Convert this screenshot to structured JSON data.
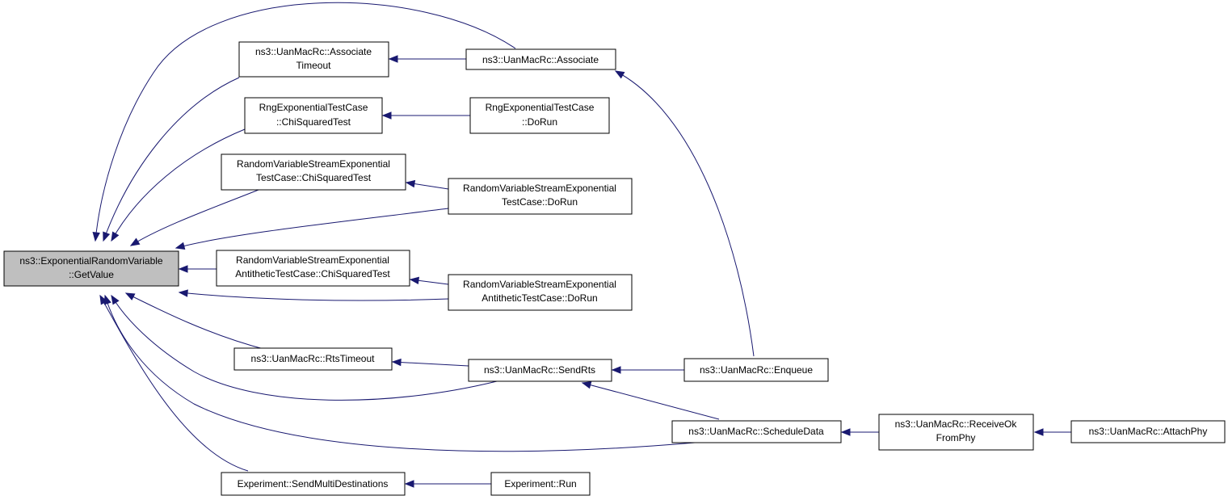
{
  "graph": {
    "nodes": [
      {
        "id": "root",
        "lines": [
          "ns3::ExponentialRandomVariable",
          "::GetValue"
        ],
        "root": true
      },
      {
        "id": "assocTimeout",
        "lines": [
          "ns3::UanMacRc::Associate",
          "Timeout"
        ]
      },
      {
        "id": "associate",
        "lines": [
          "ns3::UanMacRc::Associate"
        ]
      },
      {
        "id": "rngChi",
        "lines": [
          "RngExponentialTestCase",
          "::ChiSquaredTest"
        ]
      },
      {
        "id": "rngRun",
        "lines": [
          "RngExponentialTestCase",
          "::DoRun"
        ]
      },
      {
        "id": "rvsChi",
        "lines": [
          "RandomVariableStreamExponential",
          "TestCase::ChiSquaredTest"
        ]
      },
      {
        "id": "rvsRun",
        "lines": [
          "RandomVariableStreamExponential",
          "TestCase::DoRun"
        ]
      },
      {
        "id": "antiChi",
        "lines": [
          "RandomVariableStreamExponential",
          "AntitheticTestCase::ChiSquaredTest"
        ]
      },
      {
        "id": "antiRun",
        "lines": [
          "RandomVariableStreamExponential",
          "AntitheticTestCase::DoRun"
        ]
      },
      {
        "id": "rtsTimeout",
        "lines": [
          "ns3::UanMacRc::RtsTimeout"
        ]
      },
      {
        "id": "sendRts",
        "lines": [
          "ns3::UanMacRc::SendRts"
        ]
      },
      {
        "id": "enqueue",
        "lines": [
          "ns3::UanMacRc::Enqueue"
        ]
      },
      {
        "id": "schedule",
        "lines": [
          "ns3::UanMacRc::ScheduleData"
        ]
      },
      {
        "id": "receiveOk",
        "lines": [
          "ns3::UanMacRc::ReceiveOk",
          "FromPhy"
        ]
      },
      {
        "id": "attachPhy",
        "lines": [
          "ns3::UanMacRc::AttachPhy"
        ]
      },
      {
        "id": "sendMulti",
        "lines": [
          "Experiment::SendMultiDestinations"
        ]
      },
      {
        "id": "expRun",
        "lines": [
          "Experiment::Run"
        ]
      }
    ],
    "edges": [
      {
        "from": "assocTimeout",
        "to": "root"
      },
      {
        "from": "associate",
        "to": "root"
      },
      {
        "from": "associate",
        "to": "assocTimeout"
      },
      {
        "from": "rngChi",
        "to": "root"
      },
      {
        "from": "rngRun",
        "to": "rngChi"
      },
      {
        "from": "rvsChi",
        "to": "root"
      },
      {
        "from": "rvsRun",
        "to": "root"
      },
      {
        "from": "rvsRun",
        "to": "rvsChi"
      },
      {
        "from": "antiChi",
        "to": "root"
      },
      {
        "from": "antiRun",
        "to": "root"
      },
      {
        "from": "antiRun",
        "to": "antiChi"
      },
      {
        "from": "rtsTimeout",
        "to": "root"
      },
      {
        "from": "sendRts",
        "to": "root"
      },
      {
        "from": "sendRts",
        "to": "rtsTimeout"
      },
      {
        "from": "enqueue",
        "to": "sendRts"
      },
      {
        "from": "enqueue",
        "to": "associate"
      },
      {
        "from": "schedule",
        "to": "sendRts"
      },
      {
        "from": "schedule",
        "to": "root"
      },
      {
        "from": "receiveOk",
        "to": "schedule"
      },
      {
        "from": "attachPhy",
        "to": "receiveOk"
      },
      {
        "from": "sendMulti",
        "to": "root"
      },
      {
        "from": "expRun",
        "to": "sendMulti"
      }
    ]
  }
}
